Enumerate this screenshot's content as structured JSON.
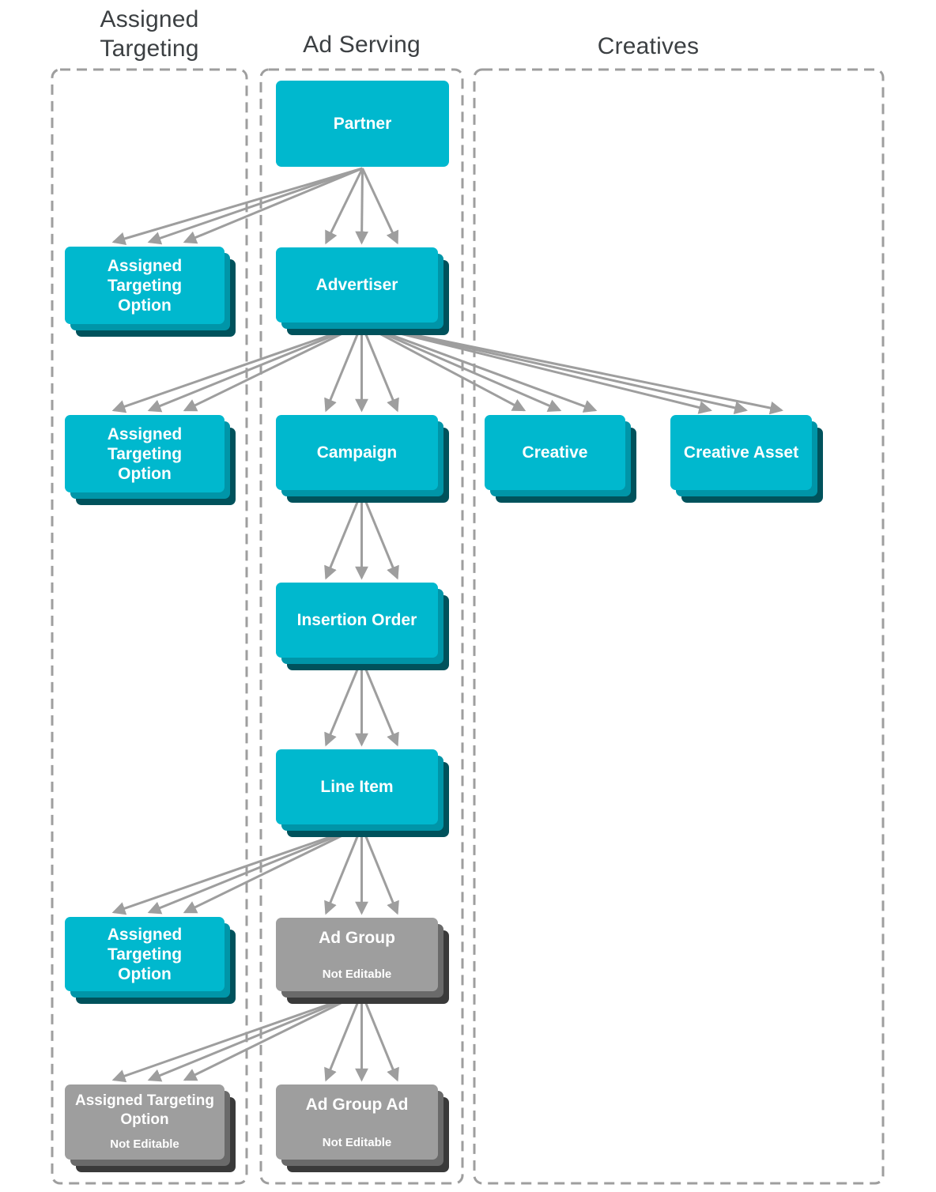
{
  "columns": [
    {
      "id": "assigned_targeting",
      "title": "Assigned Targeting"
    },
    {
      "id": "ad_serving",
      "title": "Ad Serving"
    },
    {
      "id": "creatives",
      "title": "Creatives"
    }
  ],
  "nodes": {
    "partner": {
      "label": "Partner",
      "column": "ad_serving",
      "editable": true,
      "stacked": false
    },
    "ato1": {
      "label": "Assigned Targeting Option",
      "column": "assigned_targeting",
      "editable": true,
      "stacked": true
    },
    "advertiser": {
      "label": "Advertiser",
      "column": "ad_serving",
      "editable": true,
      "stacked": true
    },
    "ato2": {
      "label": "Assigned Targeting Option",
      "column": "assigned_targeting",
      "editable": true,
      "stacked": true
    },
    "campaign": {
      "label": "Campaign",
      "column": "ad_serving",
      "editable": true,
      "stacked": true
    },
    "creative": {
      "label": "Creative",
      "column": "creatives",
      "editable": true,
      "stacked": true
    },
    "creative_asset": {
      "label": "Creative Asset",
      "column": "creatives",
      "editable": true,
      "stacked": true
    },
    "insertion_order": {
      "label": "Insertion Order",
      "column": "ad_serving",
      "editable": true,
      "stacked": true
    },
    "line_item": {
      "label": "Line Item",
      "column": "ad_serving",
      "editable": true,
      "stacked": true
    },
    "ato3": {
      "label": "Assigned Targeting Option",
      "column": "assigned_targeting",
      "editable": true,
      "stacked": true
    },
    "ad_group": {
      "label": "Ad Group",
      "sublabel": "Not Editable",
      "column": "ad_serving",
      "editable": false,
      "stacked": true
    },
    "ato4": {
      "label": "Assigned Targeting Option",
      "sublabel": "Not Editable",
      "column": "assigned_targeting",
      "editable": false,
      "stacked": true
    },
    "ad_group_ad": {
      "label": "Ad Group Ad",
      "sublabel": "Not Editable",
      "column": "ad_serving",
      "editable": false,
      "stacked": true
    }
  },
  "edges": [
    {
      "from": "partner",
      "to": "ato1",
      "lines": 3
    },
    {
      "from": "partner",
      "to": "advertiser",
      "lines": 3
    },
    {
      "from": "advertiser",
      "to": "ato2",
      "lines": 3
    },
    {
      "from": "advertiser",
      "to": "campaign",
      "lines": 3
    },
    {
      "from": "advertiser",
      "to": "creative",
      "lines": 3
    },
    {
      "from": "advertiser",
      "to": "creative_asset",
      "lines": 3
    },
    {
      "from": "campaign",
      "to": "insertion_order",
      "lines": 3
    },
    {
      "from": "insertion_order",
      "to": "line_item",
      "lines": 3
    },
    {
      "from": "line_item",
      "to": "ato3",
      "lines": 3
    },
    {
      "from": "line_item",
      "to": "ad_group",
      "lines": 3
    },
    {
      "from": "ad_group",
      "to": "ato4",
      "lines": 3
    },
    {
      "from": "ad_group",
      "to": "ad_group_ad",
      "lines": 3
    }
  ],
  "colors": {
    "editable_box": "#00B8CE",
    "editable_box_mid": "#0095A8",
    "editable_box_back": "#00525C",
    "not_editable_box": "#9E9E9E",
    "not_editable_mid": "#6A6A6A",
    "not_editable_back": "#3A3A3A",
    "arrow": "#9E9E9E",
    "column_border": "#9E9E9E",
    "header_text": "#3C4043",
    "box_text": "#FFFFFF"
  }
}
